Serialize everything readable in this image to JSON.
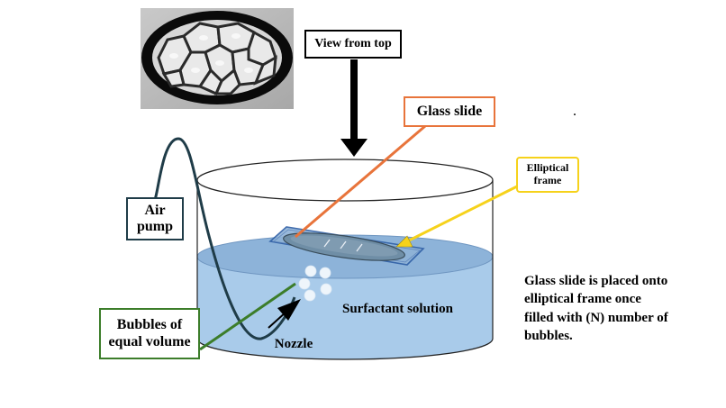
{
  "labels": {
    "view_from_top": "View from top",
    "glass_slide": "Glass slide",
    "elliptical_frame": "Elliptical frame",
    "air_pump": "Air pump",
    "bubbles": "Bubbles of equal volume",
    "nozzle": "Nozzle",
    "surfactant": "Surfactant solution",
    "note": "Glass slide is placed onto elliptical frame once filled with (N) number of bubbles.",
    "dot": "."
  },
  "colors": {
    "water": "#a9cbea",
    "water_edge": "#8db3d9",
    "glass_slide_callout": "#e8743b",
    "elliptical_frame_callout": "#f6d21b",
    "bubbles_callout": "#3c7d2a",
    "air_pump_box": "#1f3c48",
    "slide_fill": "#8fb2d6",
    "slide_edge": "#2f5fa6"
  },
  "icons": {
    "top_view_photo": "bubble-raft-photo",
    "arrow": "down-arrow-icon",
    "tube": "air-tube"
  }
}
